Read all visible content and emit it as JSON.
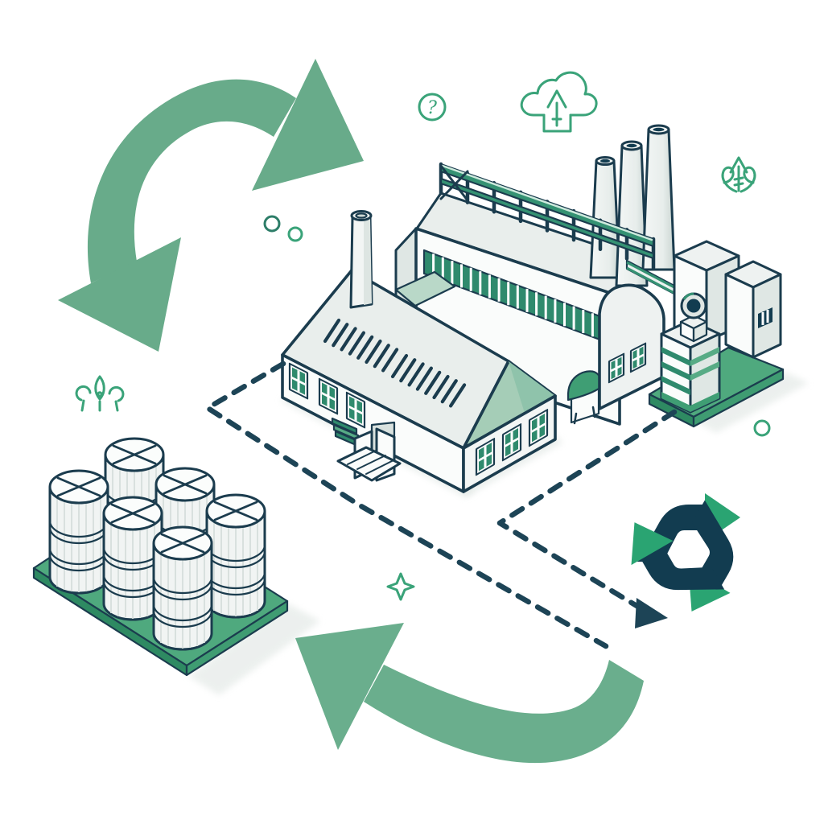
{
  "meta": {
    "title": "Circular economy factory illustration",
    "description": "Isometric line illustration showing a recycling loop: raw-material barrels on a green pallet, a factory complex with three smokestacks, a recycling symbol, large green cycle arrows and dashed material-flow lines on a white background.",
    "background": "#ffffff"
  },
  "palette": {
    "outline_navy": "#1b3c4e",
    "dash_navy": "#1d4456",
    "arrow_green": "#68ab8a",
    "swoosh_green": "#6aae8d",
    "recycle_green": "#2aa472",
    "recycle_navy": "#123c50",
    "accent_green": "#3f9e74",
    "icon_green": "#3aa379",
    "icon_teal": "#2d7d68",
    "rail_green": "#359273",
    "rail_light": "#cdeadd",
    "platform_green_top": "#4fa97e",
    "platform_green_side": "#2e8a62",
    "platform_green_side2": "#3f9c72",
    "gable_sage": "#a5cdb7",
    "sage_roof": "#b9d8c8",
    "wall_white": "#fafcfb",
    "wall_light": "#eef2f1",
    "wall_shade": "#dfe7e4",
    "roof_gray": "#e9eeec",
    "window_green": "#2f8a6d",
    "hatch_gray": "#d6dedb",
    "shadow_gray": "#e2e8e5"
  },
  "counts": {
    "barrels": 6,
    "smokestacks": 3,
    "railing_posts": 9,
    "recycling_arrows": 3
  },
  "icons": {
    "question_glyph": "?"
  },
  "components": {
    "cycle_arrow": "large green circular renewal arrow",
    "factory": "factory complex with three smokestacks and rooftop railing",
    "warehouse": "warehouse building with loading dock and roof vents",
    "annex": "side tower with machinery, storage blocks and green platform",
    "barrels": "six sealed raw-material barrels on a green pallet",
    "recycling_symbol": "recycling arrows symbol",
    "return_arrow": "large green return swoosh arrow",
    "flow_lines": "dashed material flow lines with arrowhead",
    "question_icon": "question mark in a circle",
    "cloud_icon": "cloud with upload arrow",
    "growth_icon": "upward arrow with curled tendrils",
    "plants_icon": "sprouting plants",
    "sparkle_icon": "four point sparkle",
    "bubbles": "decorative outline bubbles"
  }
}
